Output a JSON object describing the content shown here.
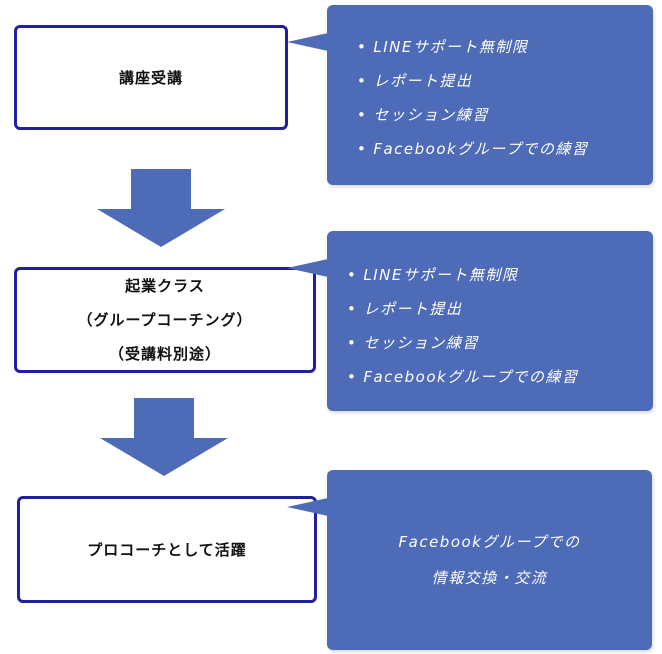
{
  "steps": [
    {
      "lines": [
        "講座受講"
      ]
    },
    {
      "lines": [
        "起業クラス",
        "（グループコーチング）",
        "（受講料別途）"
      ]
    },
    {
      "lines": [
        "プロコーチとして活躍"
      ]
    }
  ],
  "callouts": [
    {
      "items": [
        "LINEサポート無制限",
        "レポート提出",
        "セッション練習",
        "Facebookグループでの練習"
      ]
    },
    {
      "items": [
        "LINEサポート無制限",
        "レポート提出",
        "セッション練習",
        "Facebookグループでの練習"
      ]
    },
    {
      "lines": [
        "Facebookグループでの",
        "情報交換・交流"
      ]
    }
  ],
  "colors": {
    "callout": "#4e6bb7",
    "arrow": "#4e6bb7",
    "border": "#1f1fa0"
  }
}
